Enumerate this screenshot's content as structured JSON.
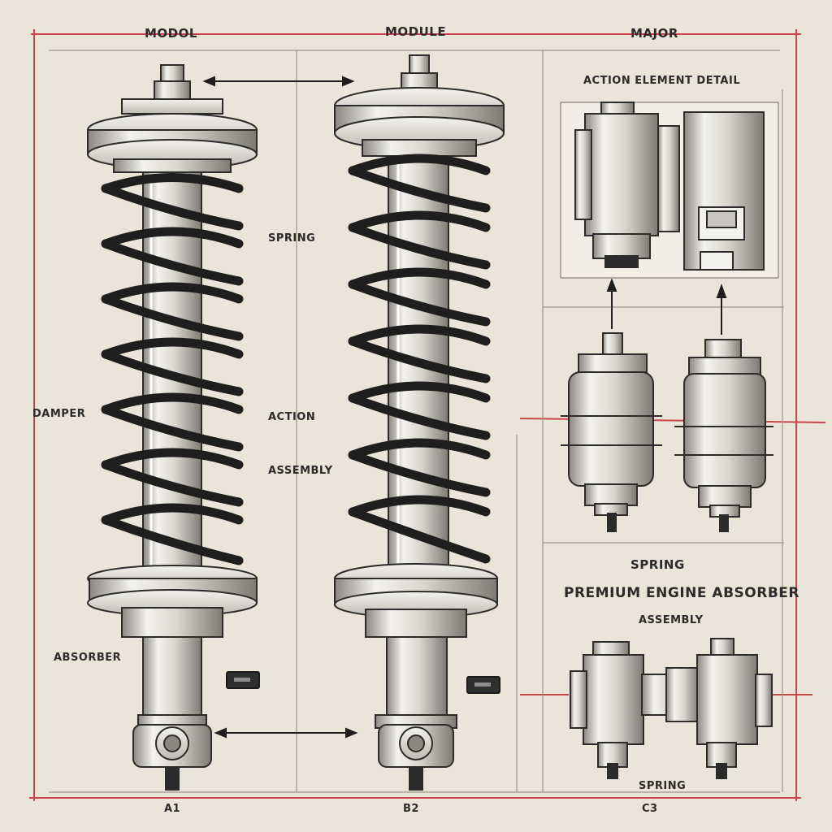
{
  "drawing": {
    "colors": {
      "paper": "#ebe4d8",
      "ink": "#2b2b2b",
      "red_line": "#c9474a",
      "grid_line": "#9a948a",
      "metal_light": "#f4f2ee",
      "metal_mid": "#c9c6bf",
      "metal_dark": "#8a8780",
      "spring": "#1e1e1e"
    },
    "labels": {
      "top_left": "MODOL",
      "top_center": "MODULE",
      "top_right": "MAJOR",
      "detail_header": "ACTION ELEMENT DETAIL",
      "left_spring_note": "SPRING",
      "left_mid_note": "DAMPER",
      "center_mid_note": "ACTION",
      "center_lower_note": "ASSEMBLY",
      "left_base_note": "ABSORBER",
      "right_section_title": "SPRING",
      "right_section_caption": "PREMIUM ENGINE ABSORBER",
      "right_section_sub": "ASSEMBLY",
      "bottom_right_caption": "SPRING",
      "footer_left": "A1",
      "footer_center": "B2",
      "footer_right": "C3"
    }
  }
}
